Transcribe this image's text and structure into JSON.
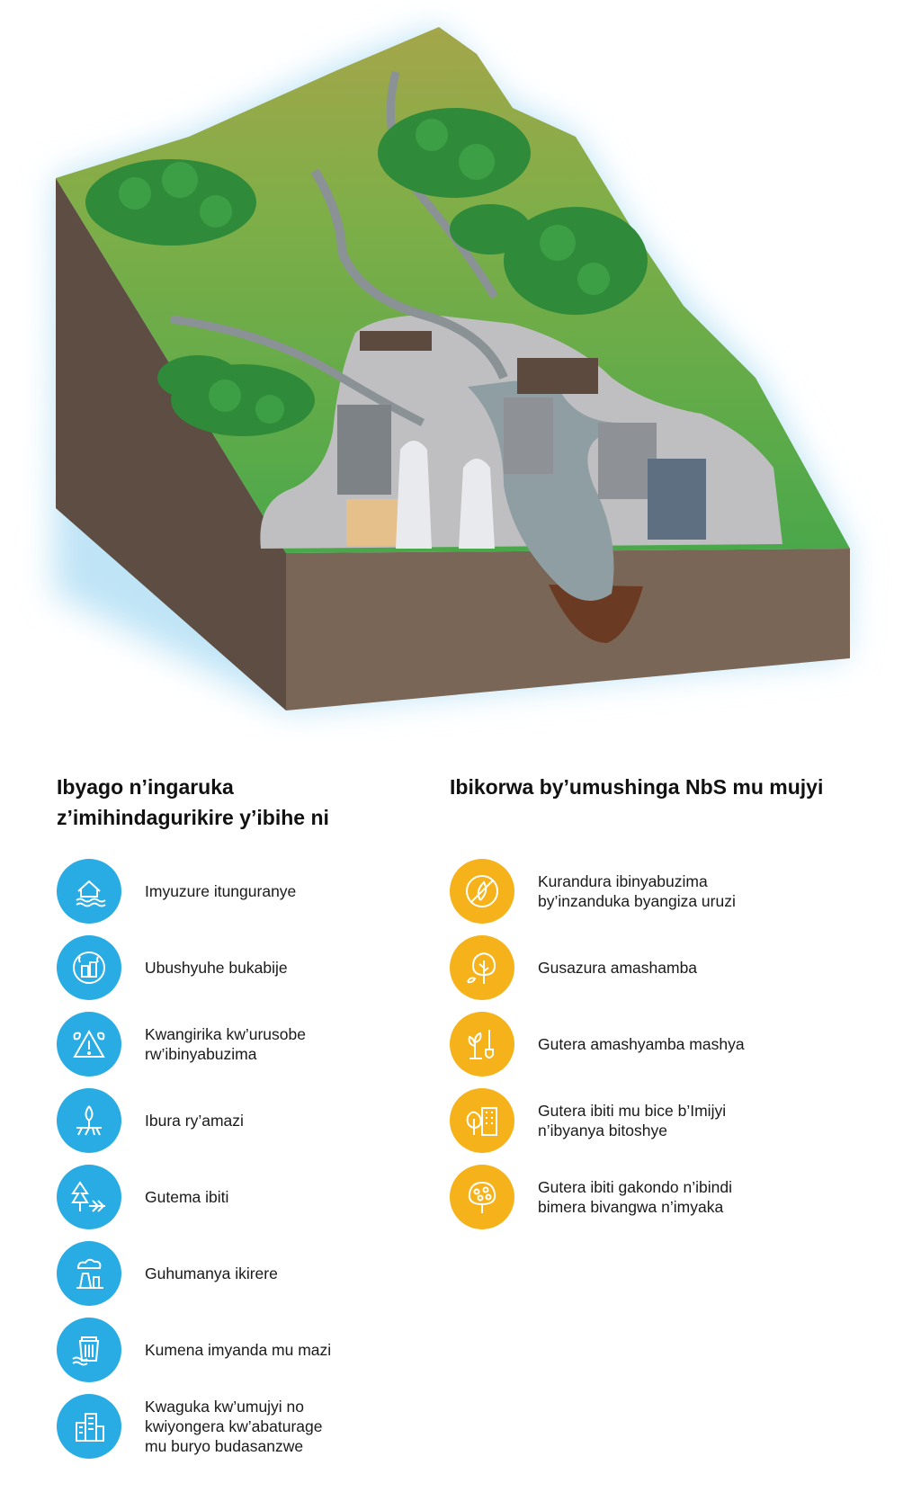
{
  "colors": {
    "risk_icon": "#29ace3",
    "action_icon": "#f6b21a",
    "grass": "#5fb04a",
    "forest": "#2f8a3a",
    "soil": "#6e5a4c",
    "river": "#8e9ea3",
    "glow": "#bfe4f6"
  },
  "left_column": {
    "title": "Ibyago n’ingaruka\nz’imihindagurikire y’ibihe ni",
    "items": [
      {
        "icon": "flood-house-icon",
        "label": "Imyuzure itunguranye"
      },
      {
        "icon": "heat-building-icon",
        "label": "Ubushyuhe bukabije"
      },
      {
        "icon": "biodiversity-warning-icon",
        "label": "Kwangirika kw’urusobe\nrw’ibinyabuzima"
      },
      {
        "icon": "water-scarcity-icon",
        "label": "Ibura ry’amazi"
      },
      {
        "icon": "tree-cutting-icon",
        "label": "Gutema ibiti"
      },
      {
        "icon": "air-pollution-icon",
        "label": "Guhumanya ikirere"
      },
      {
        "icon": "water-waste-icon",
        "label": "Kumena imyanda mu mazi"
      },
      {
        "icon": "urban-growth-icon",
        "label": "Kwaguka kw’umujyi no\nkwiyongera kw’abaturage\nmu buryo budasanzwe"
      }
    ]
  },
  "right_column": {
    "title": "Ibikorwa by’umushinga NbS mu mujyi",
    "items": [
      {
        "icon": "no-invasive-plant-icon",
        "label": "Kurandura ibinyabuzima\nby’inzanduka byangiza uruzi"
      },
      {
        "icon": "tree-restoration-icon",
        "label": "Gusazura amashamba"
      },
      {
        "icon": "planting-shovel-icon",
        "label": "Gutera amashyamba mashya"
      },
      {
        "icon": "urban-tree-icon",
        "label": "Gutera ibiti mu bice b’Imijyi\nn’ibyanya bitoshye"
      },
      {
        "icon": "fruit-tree-icon",
        "label": "Gutera ibiti gakondo n’ibindi\nbimera bivangwa n’imyaka"
      }
    ]
  }
}
